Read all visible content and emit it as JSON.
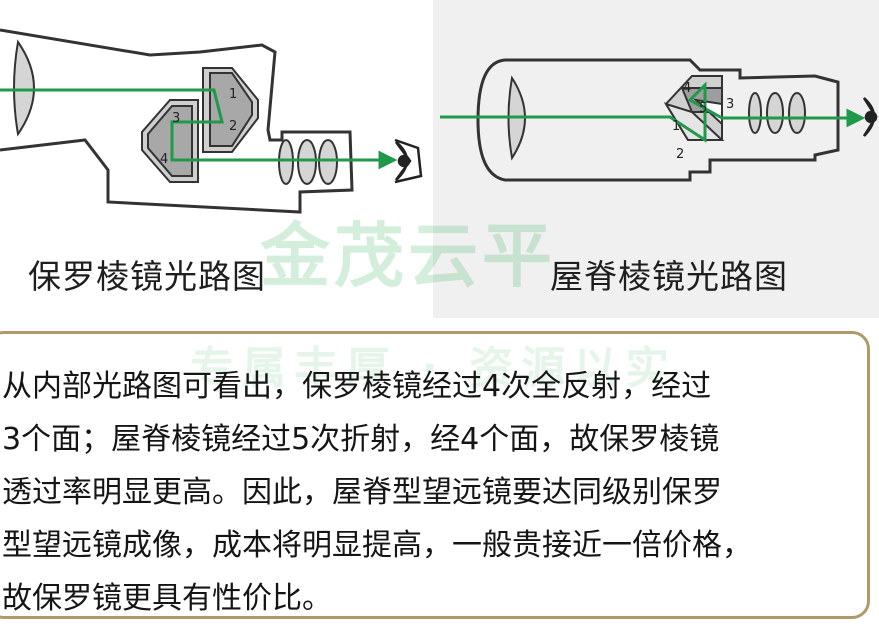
{
  "captions": {
    "porro": "保罗棱镜光路图",
    "roof": "屋脊棱镜光路图"
  },
  "porro_labels": [
    "1",
    "2",
    "3",
    "4"
  ],
  "roof_labels": [
    "4",
    "5",
    "3",
    "1",
    "2"
  ],
  "watermark": {
    "main": "金茂云平",
    "sub": "专属丰厚 · 资源以实"
  },
  "body_text": "从内部光路图可看出，保罗棱镜经过4次全反射，经过\n3个面；屋脊棱镜经过5次折射，经4个面，故保罗棱镜\n透过率明显更高。因此，屋脊型望远镜要达同级别保罗\n型望远镜成像，成本将明显提高，一般贵接近一倍价格，\n故保罗镜更具有性价比。",
  "colors": {
    "light_path": "#1f9a4a",
    "outline": "#333333",
    "prism_fill": "#b0b0b0",
    "frame": "#b09a6a"
  },
  "icons": [
    "eye-icon",
    "eye-icon"
  ]
}
